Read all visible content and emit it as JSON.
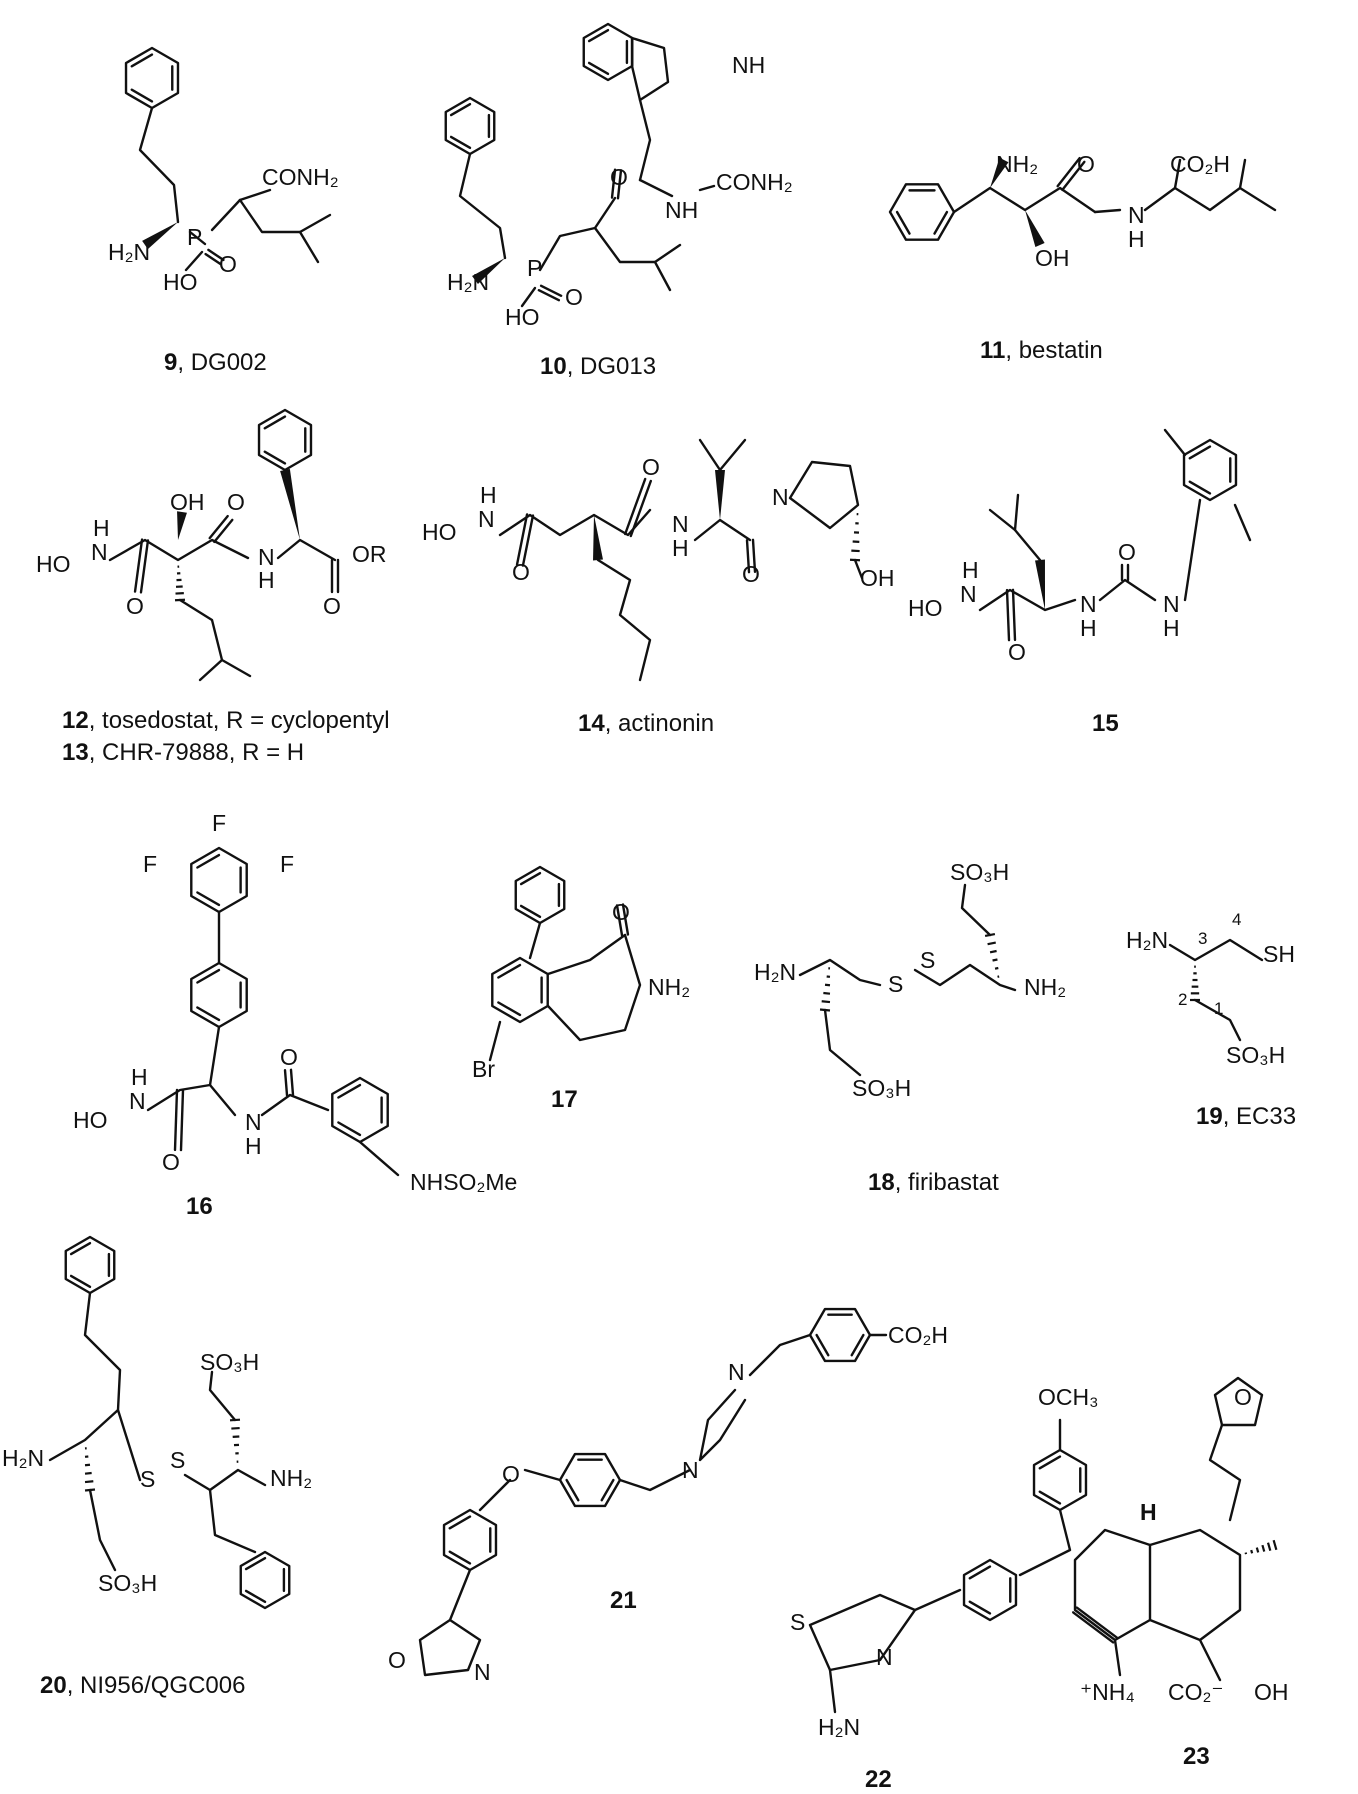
{
  "compounds": [
    {
      "id": "c9",
      "number": "9",
      "caption": ", DG002"
    },
    {
      "id": "c10",
      "number": "10",
      "caption": ", DG013"
    },
    {
      "id": "c11",
      "number": "11",
      "caption": ", bestatin"
    },
    {
      "id": "c12",
      "number": "12",
      "caption": ", tosedostat, R = cyclopentyl"
    },
    {
      "id": "c13",
      "number": "13",
      "caption": ", CHR-79888, R = H"
    },
    {
      "id": "c14",
      "number": "14",
      "caption": ", actinonin"
    },
    {
      "id": "c15",
      "number": "15",
      "caption": ""
    },
    {
      "id": "c16",
      "number": "16",
      "caption": ""
    },
    {
      "id": "c17",
      "number": "17",
      "caption": ""
    },
    {
      "id": "c18",
      "number": "18",
      "caption": ", firibastat"
    },
    {
      "id": "c19",
      "number": "19",
      "caption": ", EC33"
    },
    {
      "id": "c20",
      "number": "20",
      "caption": ", NI956/QGC006"
    },
    {
      "id": "c21",
      "number": "21",
      "caption": ""
    },
    {
      "id": "c22",
      "number": "22",
      "caption": ""
    },
    {
      "id": "c23",
      "number": "23",
      "caption": ""
    }
  ],
  "labels": {
    "c9": {
      "conh2": "CONH₂",
      "h2n": "H₂N",
      "p": "P",
      "o": "O",
      "ho": "HO"
    },
    "c10": {
      "nh": "NH",
      "o": "O",
      "nh2": "NH",
      "conh2": "CONH₂",
      "h2n": "H₂N",
      "p": "P",
      "o2": "O",
      "ho": "HO"
    },
    "c11": {
      "nh2": "NH₂",
      "o": "O",
      "co2h": "CO₂H",
      "n": "N",
      "h": "H",
      "oh": "OH"
    },
    "c12": {
      "oh": "OH",
      "o": "O",
      "hn": "H",
      "n": "N",
      "ho": "HO",
      "o2": "O",
      "nh": "N",
      "h": "H",
      "or": "OR",
      "o3": "O"
    },
    "c14": {
      "h": "H",
      "n": "N",
      "ho": "HO",
      "o": "O",
      "o2": "O",
      "nh": "N",
      "h2": "H",
      "o3": "O",
      "n2": "N",
      "oh": "OH"
    },
    "c15": {
      "h": "H",
      "n": "N",
      "ho": "HO",
      "o": "O",
      "nh": "N",
      "h2": "H",
      "o2": "O",
      "nh2": "N",
      "h3": "H"
    },
    "c16": {
      "f1": "F",
      "f2": "F",
      "f3": "F",
      "h": "H",
      "n": "N",
      "ho": "HO",
      "o": "O",
      "o2": "O",
      "nh": "N",
      "h2": "H",
      "nhso2me": "NHSO₂Me"
    },
    "c17": {
      "o": "O",
      "nh2": "NH₂",
      "br": "Br"
    },
    "c18": {
      "so3h": "SO₃H",
      "h2n": "H₂N",
      "s1": "S",
      "s2": "S",
      "nh2": "NH₂",
      "so3h2": "SO₃H"
    },
    "c19": {
      "h2n": "H₂N",
      "sh": "SH",
      "so3h": "SO₃H",
      "l1": "1",
      "l2": "2",
      "l3": "3",
      "l4": "4"
    },
    "c20": {
      "so3h": "SO₃H",
      "h2n": "H₂N",
      "s1": "S",
      "s2": "S",
      "nh2": "NH₂",
      "so3h2": "SO₃H"
    },
    "c21": {
      "co2h": "CO₂H",
      "n1": "N",
      "n2": "N",
      "o": "O",
      "o2": "O",
      "n3": "N"
    },
    "c22": {
      "och3": "OCH₃",
      "s": "S",
      "n": "N",
      "h2n": "H₂N"
    },
    "c23": {
      "o": "O",
      "h": "H",
      "nh4": "⁺NH₄",
      "co2": "CO₂⁻",
      "oh": "OH"
    }
  }
}
